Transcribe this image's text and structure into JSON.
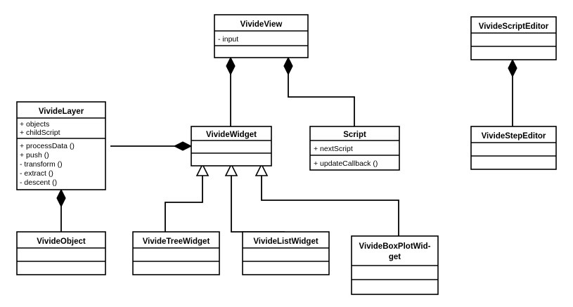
{
  "diagram": {
    "kind": "uml-class-diagram",
    "background_color": "#ffffff",
    "line_color": "#000000",
    "box_fill": "#ffffff",
    "classes": [
      {
        "id": "vivideview",
        "name": "VivideView",
        "attributes": [
          "- input"
        ],
        "methods": []
      },
      {
        "id": "videscripteditor",
        "name": "VivideScriptEditor",
        "attributes": [],
        "methods": []
      },
      {
        "id": "vividelayer",
        "name": "VivideLayer",
        "attributes": [
          "+ objects",
          "+ childScript"
        ],
        "methods": [
          "+ processData ()",
          "+ push ()",
          "- transform ()",
          "- extract ()",
          "- descent ()"
        ]
      },
      {
        "id": "vividewidget",
        "name": "VivideWidget",
        "attributes": [],
        "methods": []
      },
      {
        "id": "script",
        "name": "Script",
        "attributes": [
          "+ nextScript"
        ],
        "methods": [
          "+ updateCallback ()"
        ]
      },
      {
        "id": "vividestepeditor",
        "name": "VivideStepEditor",
        "attributes": [],
        "methods": []
      },
      {
        "id": "vivideobject",
        "name": "VivideObject",
        "attributes": [],
        "methods": []
      },
      {
        "id": "vividetreewidget",
        "name": "VivideTreeWidget",
        "attributes": [],
        "methods": []
      },
      {
        "id": "vividelistwidget",
        "name": "VivideListWidget",
        "attributes": [],
        "methods": []
      },
      {
        "id": "vivideboxplotwidget",
        "name": "VivideBoxPlotWid-get",
        "name_line1": "VivideBoxPlotWid-",
        "name_line2": "get",
        "attributes": [],
        "methods": []
      }
    ],
    "relationships": [
      {
        "id": "rel-view-widget",
        "type": "composition",
        "from": "vivideview",
        "to": "vividewidget"
      },
      {
        "id": "rel-view-script",
        "type": "composition",
        "from": "vivideview",
        "to": "script"
      },
      {
        "id": "rel-layer-widget",
        "type": "composition",
        "from": "vividewidget",
        "to": "vividelayer"
      },
      {
        "id": "rel-layer-object",
        "type": "composition",
        "from": "vividelayer",
        "to": "vivideobject"
      },
      {
        "id": "rel-scripteditor-stepeditor",
        "type": "composition",
        "from": "videscripteditor",
        "to": "vividestepeditor"
      },
      {
        "id": "rel-tree-widget",
        "type": "generalization",
        "from": "vividetreewidget",
        "to": "vividewidget"
      },
      {
        "id": "rel-list-widget",
        "type": "generalization",
        "from": "vividelistwidget",
        "to": "vividewidget"
      },
      {
        "id": "rel-boxplot-widget",
        "type": "generalization",
        "from": "vivideboxplotwidget",
        "to": "vividewidget"
      }
    ]
  }
}
